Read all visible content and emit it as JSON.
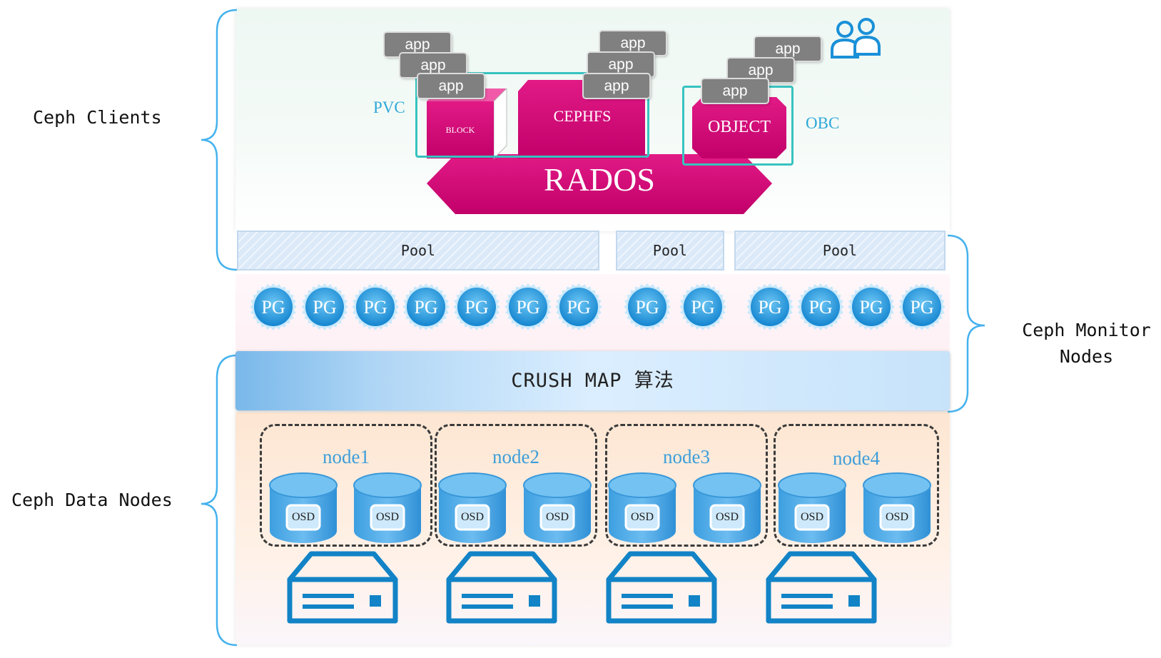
{
  "labels": {
    "ceph_clients": "Ceph Clients",
    "ceph_monitor_line1": "Ceph Monitor",
    "ceph_monitor_line2": "Nodes",
    "ceph_data_nodes": "Ceph Data Nodes"
  },
  "clients": {
    "app_label": "app",
    "pvc": "PVC",
    "obc": "OBC",
    "block": "BLOCK",
    "cephfs": "CEPHFS",
    "object": "OBJECT",
    "rados": "RADOS"
  },
  "pools": [
    "Pool",
    "Pool",
    "Pool"
  ],
  "pg": {
    "label": "PG",
    "groups": [
      7,
      2,
      4
    ]
  },
  "crush": "CRUSH MAP 算法",
  "nodes": [
    {
      "name": "node1",
      "osds": [
        "OSD",
        "OSD"
      ]
    },
    {
      "name": "node2",
      "osds": [
        "OSD",
        "OSD"
      ]
    },
    {
      "name": "node3",
      "osds": [
        "OSD",
        "OSD"
      ]
    },
    {
      "name": "node4",
      "osds": [
        "OSD",
        "OSD"
      ]
    }
  ],
  "colors": {
    "magenta": "#d4037a",
    "teal": "#37c3c0",
    "blue": "#1f8fd6",
    "bracket": "#45b2ee",
    "server": "#1283c6"
  },
  "icons": {
    "users": "users-icon",
    "server": "server-icon",
    "disk": "disk-icon",
    "pg": "pg-badge-icon"
  }
}
